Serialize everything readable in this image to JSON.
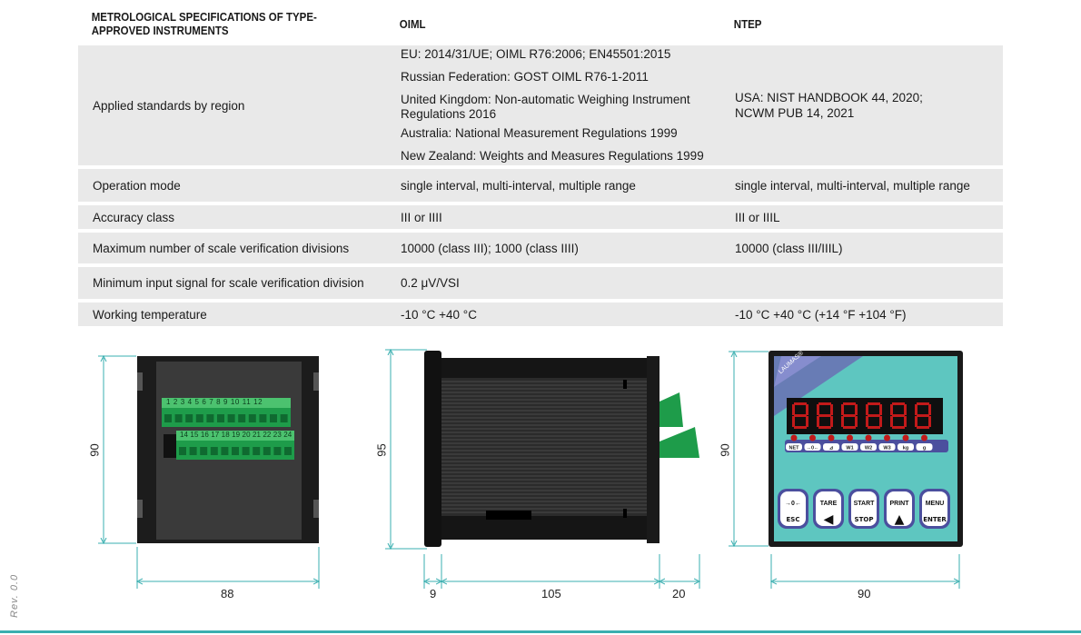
{
  "table": {
    "headers": [
      "METROLOGICAL SPECIFICATIONS OF TYPE-APPROVED INSTRUMENTS",
      "OIML",
      "NTEP"
    ],
    "rows": [
      {
        "label": "Applied standards by region",
        "oiml": [
          "EU: 2014/31/UE; OIML R76:2006; EN45501:2015",
          "Russian Federation: GOST OIML R76-1-2011",
          "United Kingdom: Non-automatic Weighing Instrument Regulations 2016",
          "Australia: National Measurement Regulations 1999",
          "New Zealand: Weights and Measures Regulations 1999"
        ],
        "ntep": "USA: NIST HANDBOOK 44, 2020; NCWM PUB 14, 2021"
      },
      {
        "label": "Operation mode",
        "oiml": "single interval, multi-interval, multiple range",
        "ntep": "single interval, multi-interval, multiple range"
      },
      {
        "label": "Accuracy class",
        "oiml": "III or IIII",
        "ntep": "III or IIIL"
      },
      {
        "label": "Maximum number of scale verification divisions",
        "oiml": "10000 (class III); 1000 (class IIII)",
        "ntep": "10000 (class III/IIIL)"
      },
      {
        "label": "Minimum input signal for scale verification division",
        "oiml": "0.2 μV/VSI",
        "ntep": ""
      },
      {
        "label": "Working temperature",
        "oiml": "-10 °C +40 °C",
        "ntep": "-10 °C +40 °C (+14 °F +104 °F)"
      }
    ]
  },
  "drawings": {
    "rear": {
      "height": "90",
      "width": "88",
      "terminals_top": "1 2 3 4 5 6 7 8 9 10 11 12",
      "terminals_bottom": "14 15 16 17 18 19 20 21 22 23 24"
    },
    "side": {
      "height": "95",
      "dim_a": "9",
      "dim_b": "105",
      "dim_c": "20"
    },
    "front": {
      "height": "90",
      "width": "90",
      "brand": "LAUMAS®",
      "display": "888888",
      "leds": [
        "NET",
        "→0←",
        "⊿",
        "W1",
        "W2",
        "W3",
        "kg",
        "g"
      ],
      "keys": [
        {
          "top": "→0←",
          "bottom": "ESC"
        },
        {
          "top": "TARE",
          "bottom": "◀"
        },
        {
          "top": "START",
          "bottom": "STOP"
        },
        {
          "top": "PRINT",
          "bottom": "▲"
        },
        {
          "top": "MENU",
          "bottom": "ENTER"
        }
      ]
    }
  },
  "footer": {
    "rev": "Rev. 0.0"
  },
  "colors": {
    "accent": "#3aafb0",
    "panel_teal": "#5ec6c0",
    "led_red": "#c21a1a",
    "terminal_green": "#1e9c4a",
    "row_bg": "#e9e9e9"
  }
}
